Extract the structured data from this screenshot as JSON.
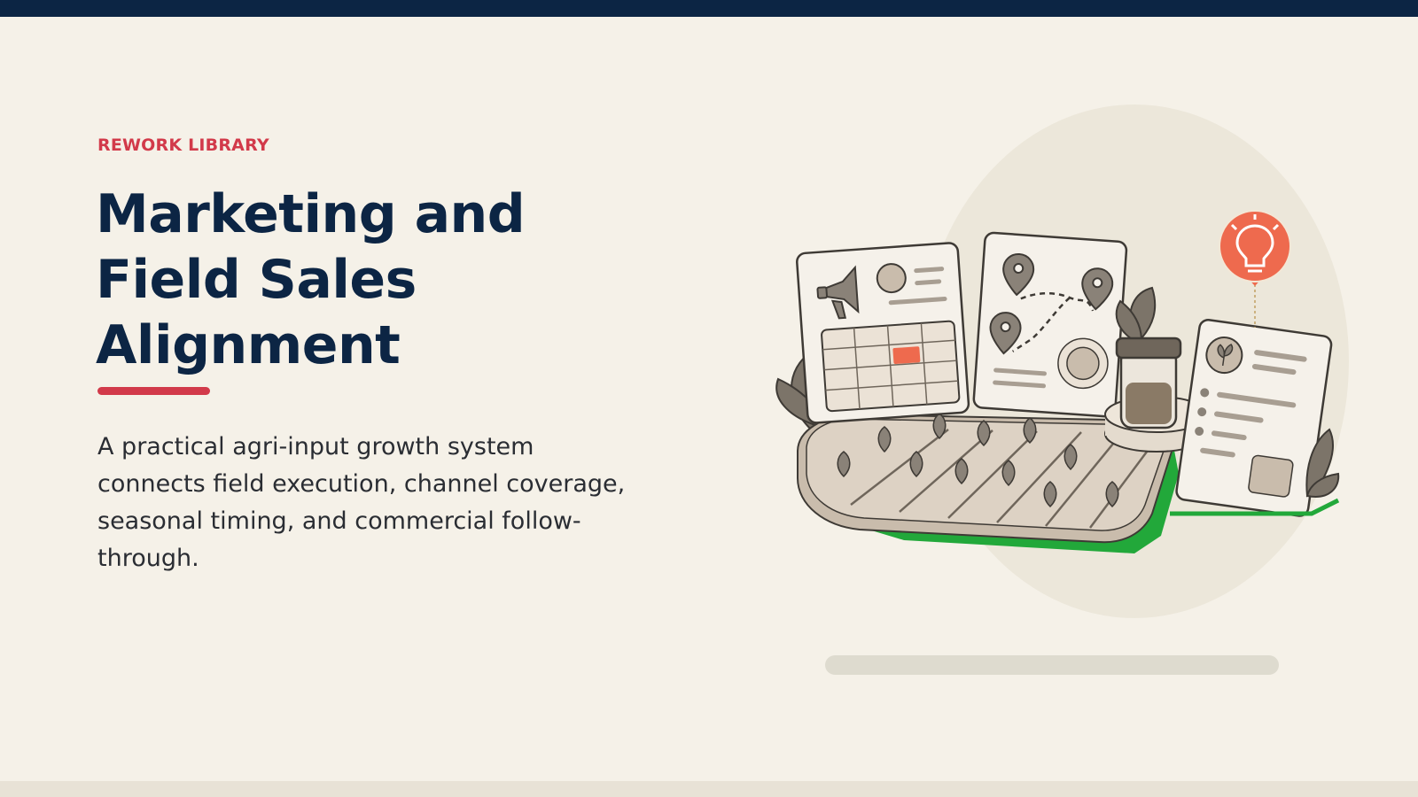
{
  "eyebrow": "REWORK LIBRARY",
  "title": "Marketing and Field Sales Alignment",
  "description": "A practical agri-input growth system connects field execution, channel coverage, seasonal timing, and commercial follow-through.",
  "colors": {
    "navy": "#0c2544",
    "accent_red": "#d23a4a",
    "background": "#f5f1e8",
    "highlight_orange": "#ee6a4e",
    "field_green": "#22a83a"
  },
  "illustration": {
    "icons": [
      "megaphone-icon",
      "calendar-icon",
      "map-pin-icon",
      "seed-jar-icon",
      "lightbulb-icon",
      "sprout-icon"
    ]
  }
}
